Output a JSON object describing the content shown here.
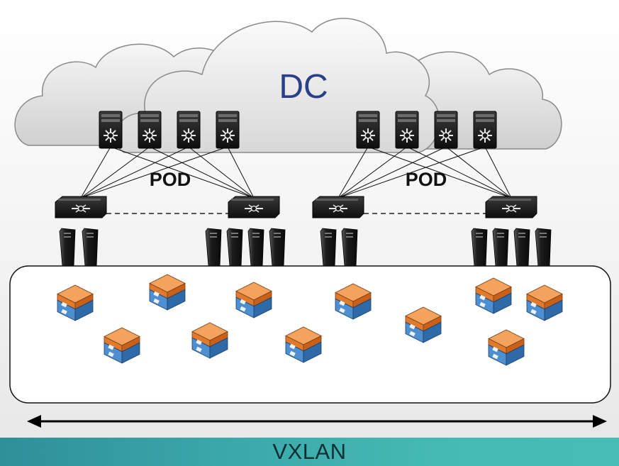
{
  "diagram": {
    "cloud_label": "DC",
    "pods": [
      {
        "label": "POD"
      },
      {
        "label": "POD"
      }
    ],
    "span_label": "VXLAN"
  },
  "colors": {
    "cloud_fill": "#d6d6d6",
    "switch_body": "#1a1a1a",
    "server_body": "#1e1e1e",
    "vm_orange": "#e8833a",
    "vm_blue": "#3c7fc0",
    "footer_teal": "#45b9b3",
    "footer_text": "#0f2f36",
    "dc_text": "#2a3f8a"
  }
}
